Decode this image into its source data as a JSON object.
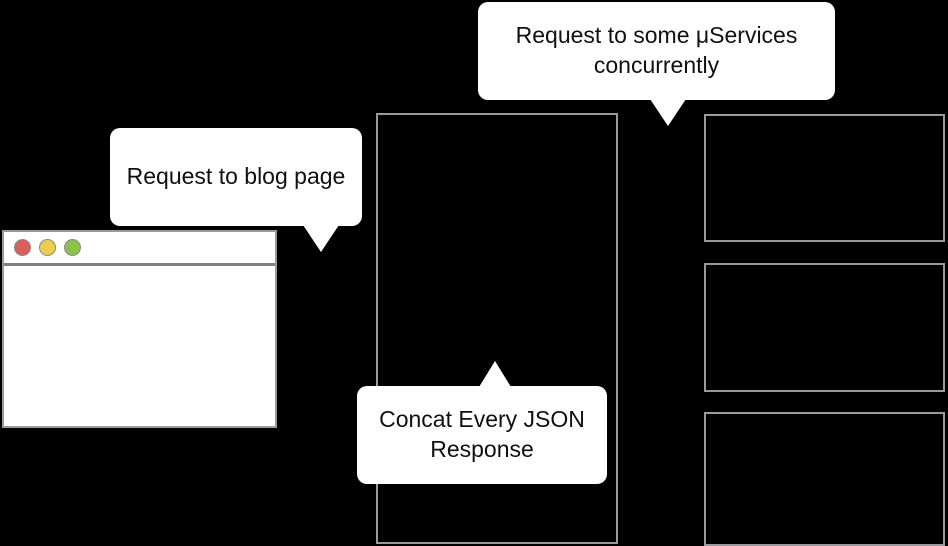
{
  "canvas": {
    "background_color": "#000000",
    "outline_color": "#9a9a9e",
    "bubble_color": "#ffffff",
    "text_color": "#101010"
  },
  "browser_window": {
    "name": "blog-page-browser-window",
    "traffic_lights": [
      {
        "name": "close-button-dot",
        "color": "#d9605c"
      },
      {
        "name": "minimize-button-dot",
        "color": "#eccd4c"
      },
      {
        "name": "maximize-button-dot",
        "color": "#8bc24a"
      }
    ]
  },
  "callouts": [
    {
      "id": "request-to-blog-page",
      "text": "Request to blog page",
      "tail": "down"
    },
    {
      "id": "request-to-microservices",
      "text": "Request to some μServices concurrently",
      "tail": "down"
    },
    {
      "id": "concat-json-response",
      "text": "Concat Every JSON Response",
      "tail": "up"
    }
  ],
  "nodes": {
    "server_box": {
      "id": "server-box",
      "label": ""
    },
    "service_boxes": [
      {
        "id": "microservice-box-1",
        "label": ""
      },
      {
        "id": "microservice-box-2",
        "label": ""
      },
      {
        "id": "microservice-box-3",
        "label": ""
      }
    ]
  }
}
